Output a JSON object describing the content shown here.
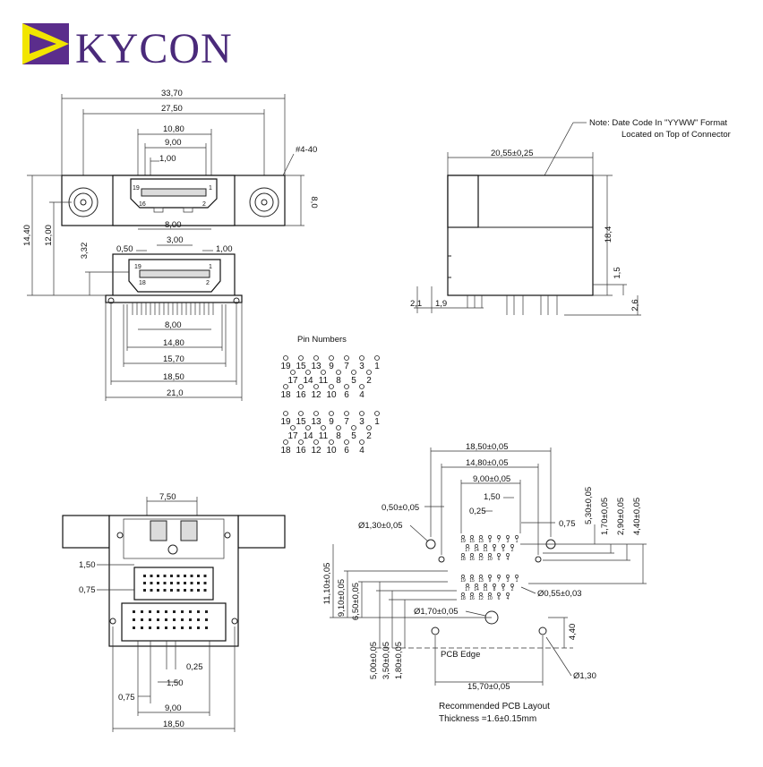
{
  "brand": {
    "name": "KYCON",
    "colors": {
      "purple": "#5b2d8c",
      "yellow": "#f2e500",
      "text": "#4a2a7a"
    }
  },
  "front_view": {
    "dims": {
      "overall_width": "33,70",
      "hole_spacing": "27,50",
      "shell_width": "10,80",
      "pin_span": "9,00",
      "pin_pitch": "1,00",
      "screw": "#4-40",
      "height_8": "8,0",
      "lower_shell": "8,00",
      "lower_pin_span": "3,00",
      "pitch_050": "0,50",
      "pitch_100": "1,00",
      "inner_800": "8,00",
      "w_1480": "14,80",
      "w_1570": "15,70",
      "w_1850": "18,50",
      "w_210": "21,0",
      "h_1440": "14,40",
      "h_1200": "12,00",
      "h_332": "3,32"
    },
    "pin_labels": {
      "top_left": "19",
      "top_right": "1",
      "bot_left": "16",
      "bot_right": "2",
      "low_top_left": "19",
      "low_top_right": "1",
      "low_bot_left": "18",
      "low_bot_right": "2"
    }
  },
  "side_view": {
    "note_line1": "Note:  Date Code In \"YYWW\" Format",
    "note_line2": "Located on Top of Connector",
    "dims": {
      "width": "20,55±0,25",
      "height": "18,4",
      "h_15": "1,5",
      "h_26": "2,6",
      "d_21": "2,1",
      "d_19": "1,9"
    }
  },
  "pin_numbers": {
    "title": "Pin Numbers",
    "row_a": [
      "19",
      "15",
      "13",
      "9",
      "7",
      "3",
      "1"
    ],
    "row_b": [
      "17",
      "14",
      "11",
      "8",
      "5",
      "2"
    ],
    "row_c": [
      "18",
      "16",
      "12",
      "10",
      "6",
      "4"
    ]
  },
  "bottom_view": {
    "dims": {
      "d_750": "7,50",
      "d_150": "1,50",
      "d_075": "0,75",
      "d_025": "0,25",
      "d_150b": "1,50",
      "d_075b": "0,75",
      "d_900": "9,00",
      "d_1850": "18,50"
    }
  },
  "pcb_layout": {
    "title": "Recommended PCB Layout",
    "thickness": "Thickness =1.6±0.15mm",
    "pcb_edge": "PCB Edge",
    "dims": {
      "w_1850": "18,50±0,05",
      "w_1480": "14,80±0,05",
      "w_900": "9,00±0,05",
      "w_150": "1,50",
      "w_050": "0,50±0,05",
      "w_025": "0,25",
      "w_075": "0,75",
      "d_130": "Ø1,30±0,05",
      "d_055": "Ø0,55±0,03",
      "d_170": "Ø1,70±0,05",
      "d_130b": "Ø1,30",
      "w_1570": "15,70±0,05",
      "v_530": "5,30±0,05",
      "v_170": "1,70±0,05",
      "v_290": "2,90±0,05",
      "v_440": "4,40±0,05",
      "v_1110": "11,10±0,05",
      "v_910": "9,10±0,05",
      "v_650": "6,50±0,05",
      "v_500": "5,00±0,05",
      "v_350": "3,50±0,05",
      "v_180": "1,80±0,05",
      "v_440b": "4,40"
    },
    "pad_labels_top": [
      "19",
      "15",
      "13",
      "9",
      "7",
      "3",
      "1"
    ],
    "pad_labels_mid": [
      "17",
      "14",
      "11",
      "8",
      "5",
      "2"
    ],
    "pad_labels_bot": [
      "18",
      "16",
      "12",
      "10",
      "6",
      "4"
    ]
  }
}
